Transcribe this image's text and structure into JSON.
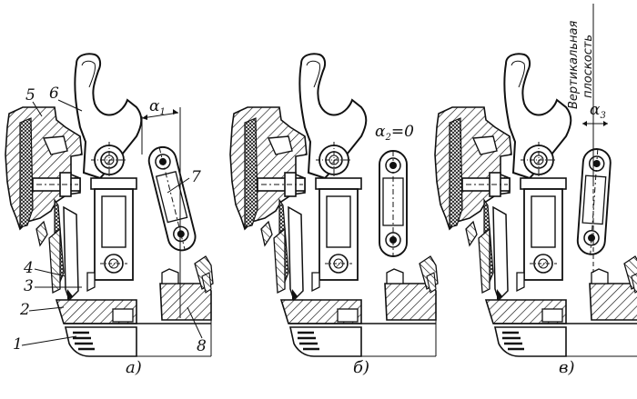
{
  "panels": [
    {
      "caption": "а)",
      "angle": {
        "symbol": "α",
        "subscript": "1",
        "suffix": ""
      },
      "part_numbers": [
        "1",
        "2",
        "3",
        "4",
        "5",
        "6",
        "7",
        "8"
      ]
    },
    {
      "caption": "б)",
      "angle": {
        "symbol": "α",
        "subscript": "2",
        "suffix": "=0"
      }
    },
    {
      "caption": "в)",
      "angle": {
        "symbol": "α",
        "subscript": "3",
        "suffix": ""
      },
      "vertical_plane_label": [
        "Вертикальная",
        "плоскость"
      ]
    }
  ]
}
